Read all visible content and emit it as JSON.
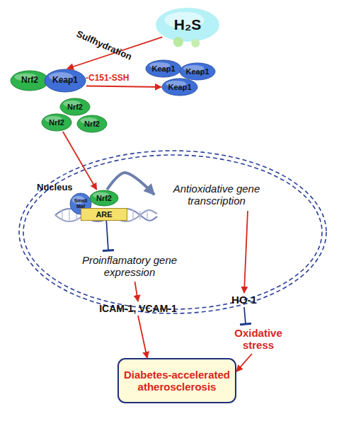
{
  "diagram": {
    "nodes": [
      {
        "text": [
          "H₂S"
        ]
      },
      {
        "text": [
          "Nrf2"
        ]
      },
      {
        "text": [
          "Keap1"
        ]
      },
      {
        "text": [
          "Keap1"
        ]
      },
      {
        "text": [
          "Keap1"
        ]
      },
      {
        "text": [
          "Keap1"
        ]
      },
      {
        "text": [
          "Nrf2"
        ]
      },
      {
        "text": [
          "Nrf2"
        ]
      },
      {
        "text": [
          "Nrf2"
        ]
      },
      {
        "text": [
          "Nucleus"
        ]
      },
      {
        "text": [
          "Small Maf"
        ],
        "in": 9
      },
      {
        "text": [
          "Nrf2"
        ],
        "in": 9
      },
      {
        "text": [
          "ARE"
        ],
        "in": 9
      },
      {
        "text": [
          "Antioxidative gene transcription"
        ],
        "in": 9
      },
      {
        "text": [
          "Proinflamatory gene expression"
        ],
        "in": 9
      },
      {
        "text": [
          "HO-1"
        ]
      },
      {
        "text": [
          "ICAM-1, VCAM-1"
        ]
      },
      {
        "text": [
          "Oxidative stress"
        ]
      },
      {
        "text": [
          "Diabetes-accelerated atherosclerosis"
        ]
      }
    ],
    "edges": [
      {
        "from": 0,
        "to": 2,
        "label": "Sulfhydration",
        "arrow": "to"
      },
      {
        "from": 2,
        "to": 5,
        "arrow": "to"
      },
      {
        "from": 7,
        "to": 11,
        "arrow": "to"
      },
      {
        "from": 11,
        "to": 13,
        "arrow": "to"
      },
      {
        "from": 12,
        "to": 14,
        "arrow": "to"
      },
      {
        "from": 13,
        "to": 15,
        "arrow": "to"
      },
      {
        "from": 14,
        "to": 16,
        "arrow": "to"
      },
      {
        "from": 15,
        "to": 17,
        "arrow": "to"
      },
      {
        "from": 16,
        "to": 18,
        "arrow": "to"
      },
      {
        "from": 17,
        "to": 18,
        "arrow": "to"
      }
    ],
    "labels": [
      "-C151-SSH"
    ]
  }
}
